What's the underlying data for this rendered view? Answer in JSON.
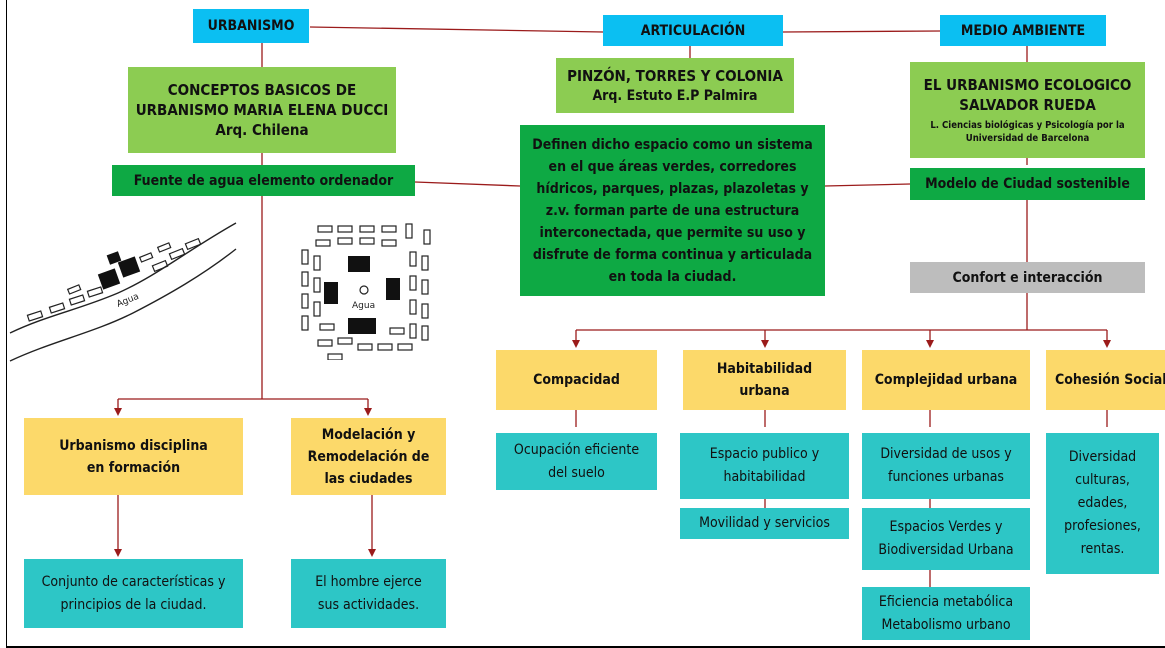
{
  "headers": {
    "urbanismo": "URBANISMO",
    "articulacion": "ARTICULACIÓN",
    "medio_ambiente": "MEDIO AMBIENTE"
  },
  "ducci": {
    "line1": "CONCEPTOS BASICOS DE",
    "line2": "URBANISMO MARIA ELENA DUCCI",
    "line3": "Arq. Chilena"
  },
  "pinzon": {
    "line1": "PINZÓN, TORRES Y COLONIA",
    "line2": "Arq. Estuto E.P Palmira"
  },
  "rueda": {
    "line1": "EL URBANISMO ECOLOGICO",
    "line2": "SALVADOR RUEDA",
    "line3": "L. Ciencias biológicas y Psicología por la",
    "line4": "Universidad de Barcelona"
  },
  "fuente": "Fuente de agua elemento ordenador",
  "definicion": [
    "Definen dicho espacio como un sistema",
    "en el que áreas verdes, corredores",
    "hídricos, parques, plazas, plazoletas y",
    "z.v. forman parte de una estructura",
    "interconectada, que permite su uso y",
    "disfrute de forma continua y articulada",
    "en toda la ciudad."
  ],
  "modelo": "Modelo de Ciudad sostenible",
  "confort": "Confort e interacción",
  "agua_label": "Agua",
  "left_branch": {
    "disciplina": [
      "Urbanismo disciplina",
      "en formación"
    ],
    "modelacion": [
      "Modelación y",
      "Remodelación de",
      "las ciudades"
    ],
    "conjunto": [
      "Conjunto de características y",
      "principios de la ciudad."
    ],
    "hombre": [
      "El hombre ejerce",
      "sus actividades."
    ]
  },
  "right_branch": {
    "compacidad": "Compacidad",
    "habitabilidad": [
      "Habitabilidad",
      "urbana"
    ],
    "complejidad": "Complejidad urbana",
    "cohesion": "Cohesión Social",
    "ocupacion": [
      "Ocupación eficiente",
      "del suelo"
    ],
    "espacio_publico": [
      "Espacio publico y",
      "habitabilidad"
    ],
    "movilidad": "Movilidad y servicios",
    "diversidad_usos": [
      "Diversidad de usos y",
      "funciones urbanas"
    ],
    "espacios_verdes": [
      "Espacios Verdes y",
      "Biodiversidad Urbana"
    ],
    "eficiencia": [
      "Eficiencia metabólica",
      "Metabolismo urbano"
    ],
    "diversidad_culturas": [
      "Diversidad",
      "culturas,",
      "edades,",
      "profesiones,",
      "rentas."
    ]
  },
  "colors": {
    "header_blue": "#0bbff2",
    "light_green": "#8ccc52",
    "dark_green": "#0ea944",
    "yellow": "#fcd96a",
    "teal": "#2dc6c6",
    "gray": "#bdbdbd",
    "connector": "#9b1b1b"
  }
}
